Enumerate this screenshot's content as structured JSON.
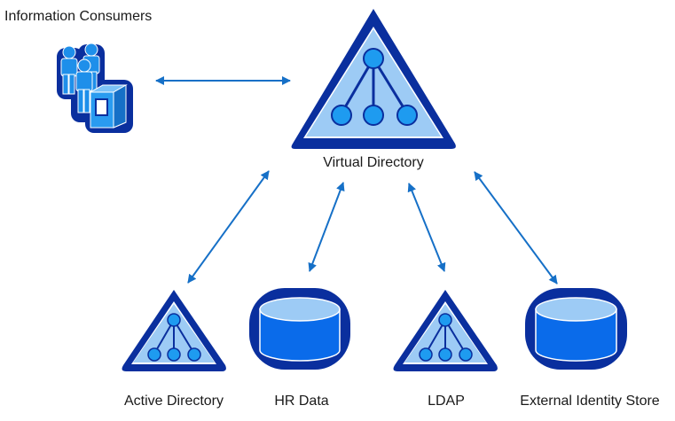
{
  "colors": {
    "dark_blue": "#0A2F9E",
    "mid_blue": "#0A6BEA",
    "light_blue": "#9DCBF5",
    "node_blue": "#1E9BF0",
    "arrow_blue": "#1670C7",
    "white": "#FFFFFF"
  },
  "nodes": {
    "consumers": {
      "label": "Information Consumers",
      "icon": "people-computer-icon"
    },
    "virtual_directory": {
      "label": "Virtual Directory",
      "icon": "directory-tree-triangle-icon"
    },
    "active_directory": {
      "label": "Active Directory",
      "icon": "directory-tree-triangle-icon"
    },
    "hr_data": {
      "label": "HR Data",
      "icon": "database-cylinder-icon"
    },
    "ldap": {
      "label": "LDAP",
      "icon": "directory-tree-triangle-icon"
    },
    "external_store": {
      "label": "External Identity Store",
      "icon": "database-cylinder-icon"
    }
  },
  "connections": [
    {
      "from": "Information Consumers",
      "to": "Virtual Directory",
      "bidirectional": true
    },
    {
      "from": "Virtual Directory",
      "to": "Active Directory",
      "bidirectional": true
    },
    {
      "from": "Virtual Directory",
      "to": "HR Data",
      "bidirectional": true
    },
    {
      "from": "Virtual Directory",
      "to": "LDAP",
      "bidirectional": true
    },
    {
      "from": "Virtual Directory",
      "to": "External Identity Store",
      "bidirectional": true
    }
  ]
}
